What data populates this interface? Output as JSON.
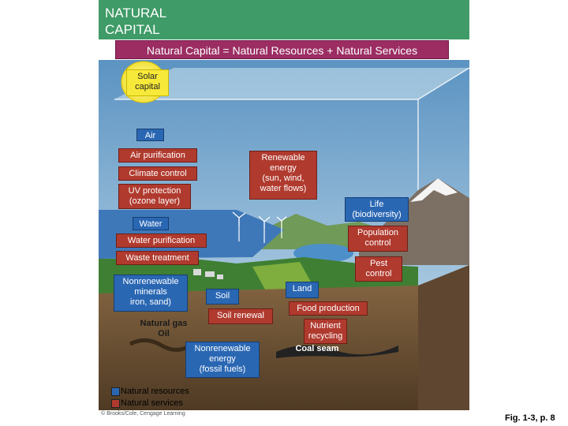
{
  "header": {
    "title": "NATURAL\nCAPITAL",
    "subtitle": "Natural Capital = Natural Resources + Natural Services"
  },
  "labels": {
    "solar": "Solar\ncapital",
    "air": "Air",
    "air_purification": "Air purification",
    "climate_control": "Climate control",
    "uv_protection": "UV protection\n(ozone layer)",
    "renewable_energy": "Renewable\nenergy\n(sun, wind,\nwater flows)",
    "life": "Life\n(biodiversity)",
    "water": "Water",
    "population_control": "Population\ncontrol",
    "water_purification": "Water purification",
    "waste_treatment": "Waste treatment",
    "pest_control": "Pest\ncontrol",
    "nonrenewable_minerals": "Nonrenewable\nminerals\niron, sand)",
    "natural_gas": "Natural gas\nOil",
    "soil": "Soil",
    "soil_renewal": "Soil renewal",
    "land": "Land",
    "food_production": "Food production",
    "nutrient_recycling": "Nutrient\nrecycling",
    "coal_seam": "Coal seam",
    "nonrenewable_energy": "Nonrenewable\nenergy\n(fossil fuels)"
  },
  "legend": {
    "resources": "Natural resources",
    "services": "Natural services"
  },
  "footer": {
    "credit": "© Brooks/Cole, Cengage Learning",
    "figure_ref": "Fig. 1-3, p. 8"
  },
  "colors": {
    "header_bg": "#3f9b67",
    "subtitle_bg": "#9b2d62",
    "resource_blue": "#2a67b3",
    "service_red": "#b03a2e",
    "sun_yellow": "#f6e93a"
  }
}
